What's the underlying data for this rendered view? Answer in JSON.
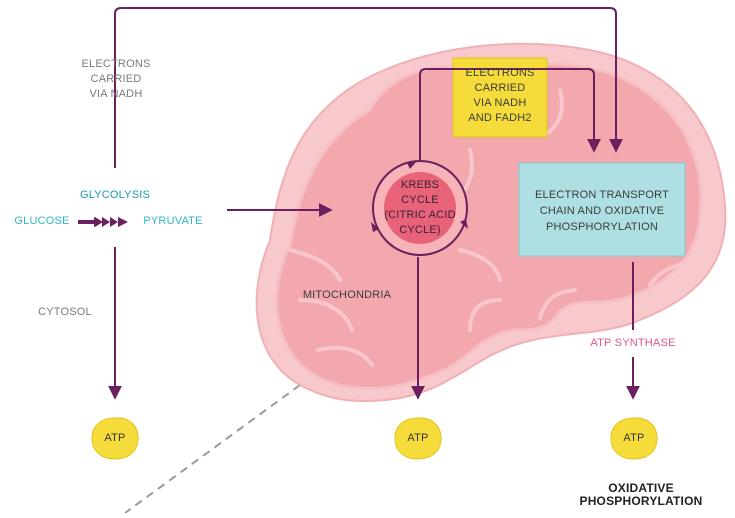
{
  "labels": {
    "electrons_nadh": [
      "ELECTRONS",
      "CARRIED",
      "VIA NADH"
    ],
    "glycolysis": "GLYCOLYSIS",
    "glucose": "GLUCOSE",
    "pyruvate": "PYRUVATE",
    "cytosol": "CYTOSOL",
    "krebs": [
      "KREBS",
      "CYCLE",
      "(CITRIC ACID",
      "CYCLE)"
    ],
    "electrons_box": [
      "ELECTRONS",
      "CARRIED",
      "VIA NADH",
      "AND FADH2"
    ],
    "etc_box": [
      "ELECTRON TRANSPORT",
      "CHAIN AND OXIDATIVE",
      "PHOSPHORYLATION"
    ],
    "mitochondria": "MITOCHONDRIA",
    "atp_synthase": "ATP SYNTHASE",
    "atp": [
      "ATP",
      "ATP",
      "ATP"
    ],
    "oxidative": [
      "OXIDATIVE",
      "PHOSPHORYLATION"
    ]
  },
  "colors": {
    "arrow": "#6b1f5e",
    "mito_outer": "#f7c9cc",
    "mito_inner": "#f2a3a8",
    "krebs_fill": "#e8627a",
    "yellow": "#f6dc3a",
    "etc_fill": "#aee0e3",
    "teal_text": "#2fb7c4",
    "pink_text": "#e0558f"
  }
}
